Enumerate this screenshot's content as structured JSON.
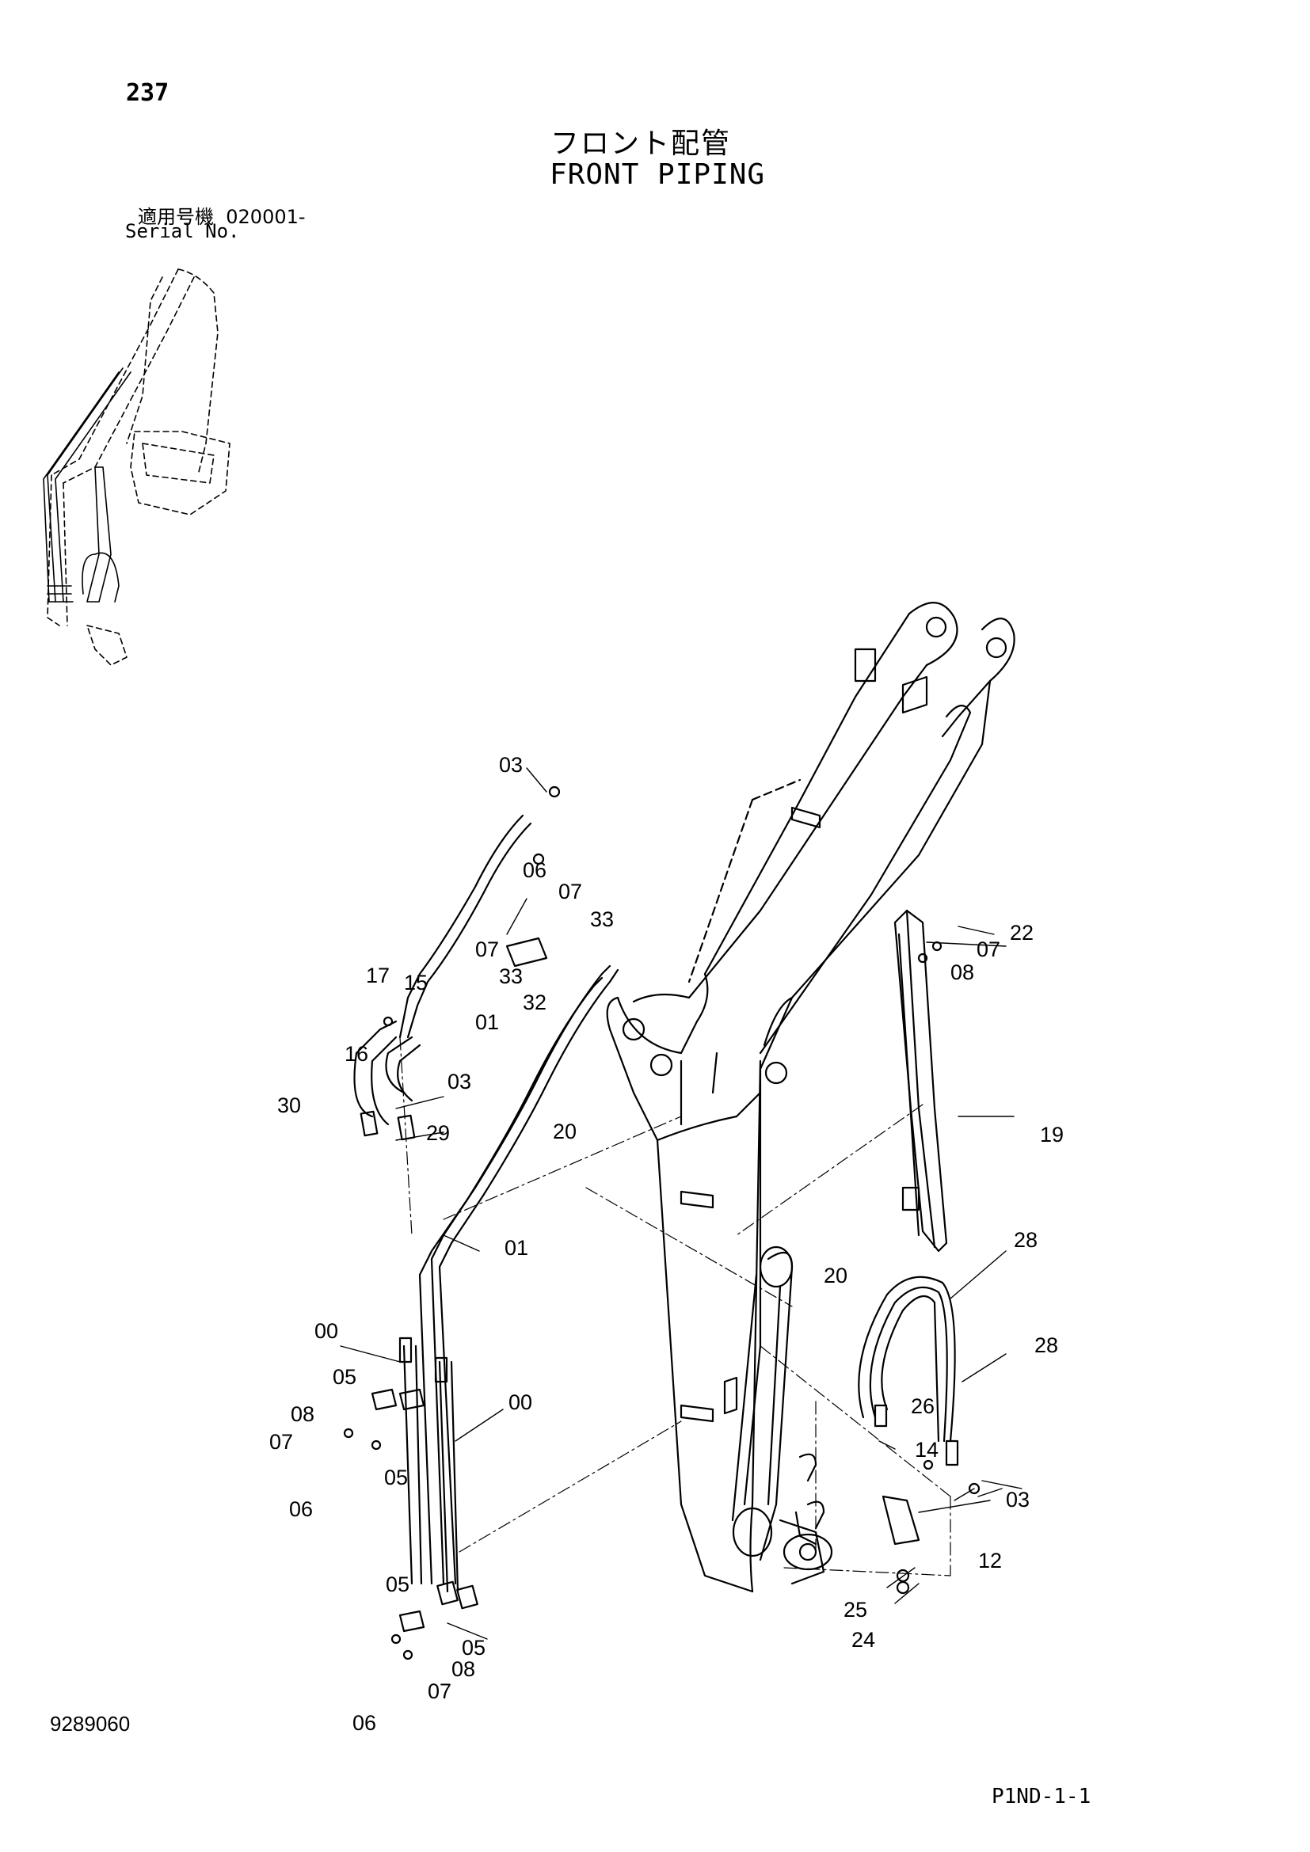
{
  "header": {
    "page_number": "237",
    "title_jp": "フロント配管",
    "title_en": "FRONT PIPING",
    "serial_label_jp": "適用号機",
    "serial_value": "020001-",
    "serial_label_en": "Serial No."
  },
  "footer": {
    "doc_number": "9289060",
    "page_code": "P1ND-1-1"
  },
  "callouts": [
    "03",
    "06",
    "07",
    "33",
    "07",
    "33",
    "32",
    "17",
    "15",
    "16",
    "03",
    "01",
    "30",
    "29",
    "20",
    "01",
    "19",
    "22",
    "07",
    "08",
    "28",
    "20",
    "28",
    "00",
    "05",
    "08",
    "07",
    "05",
    "00",
    "06",
    "26",
    "14",
    "03",
    "12",
    "25",
    "24",
    "05",
    "05",
    "08",
    "07",
    "06"
  ],
  "icons": [
    "index-boom-thumbnail",
    "boom-assembly-drawing",
    "hose-line-drawing"
  ]
}
